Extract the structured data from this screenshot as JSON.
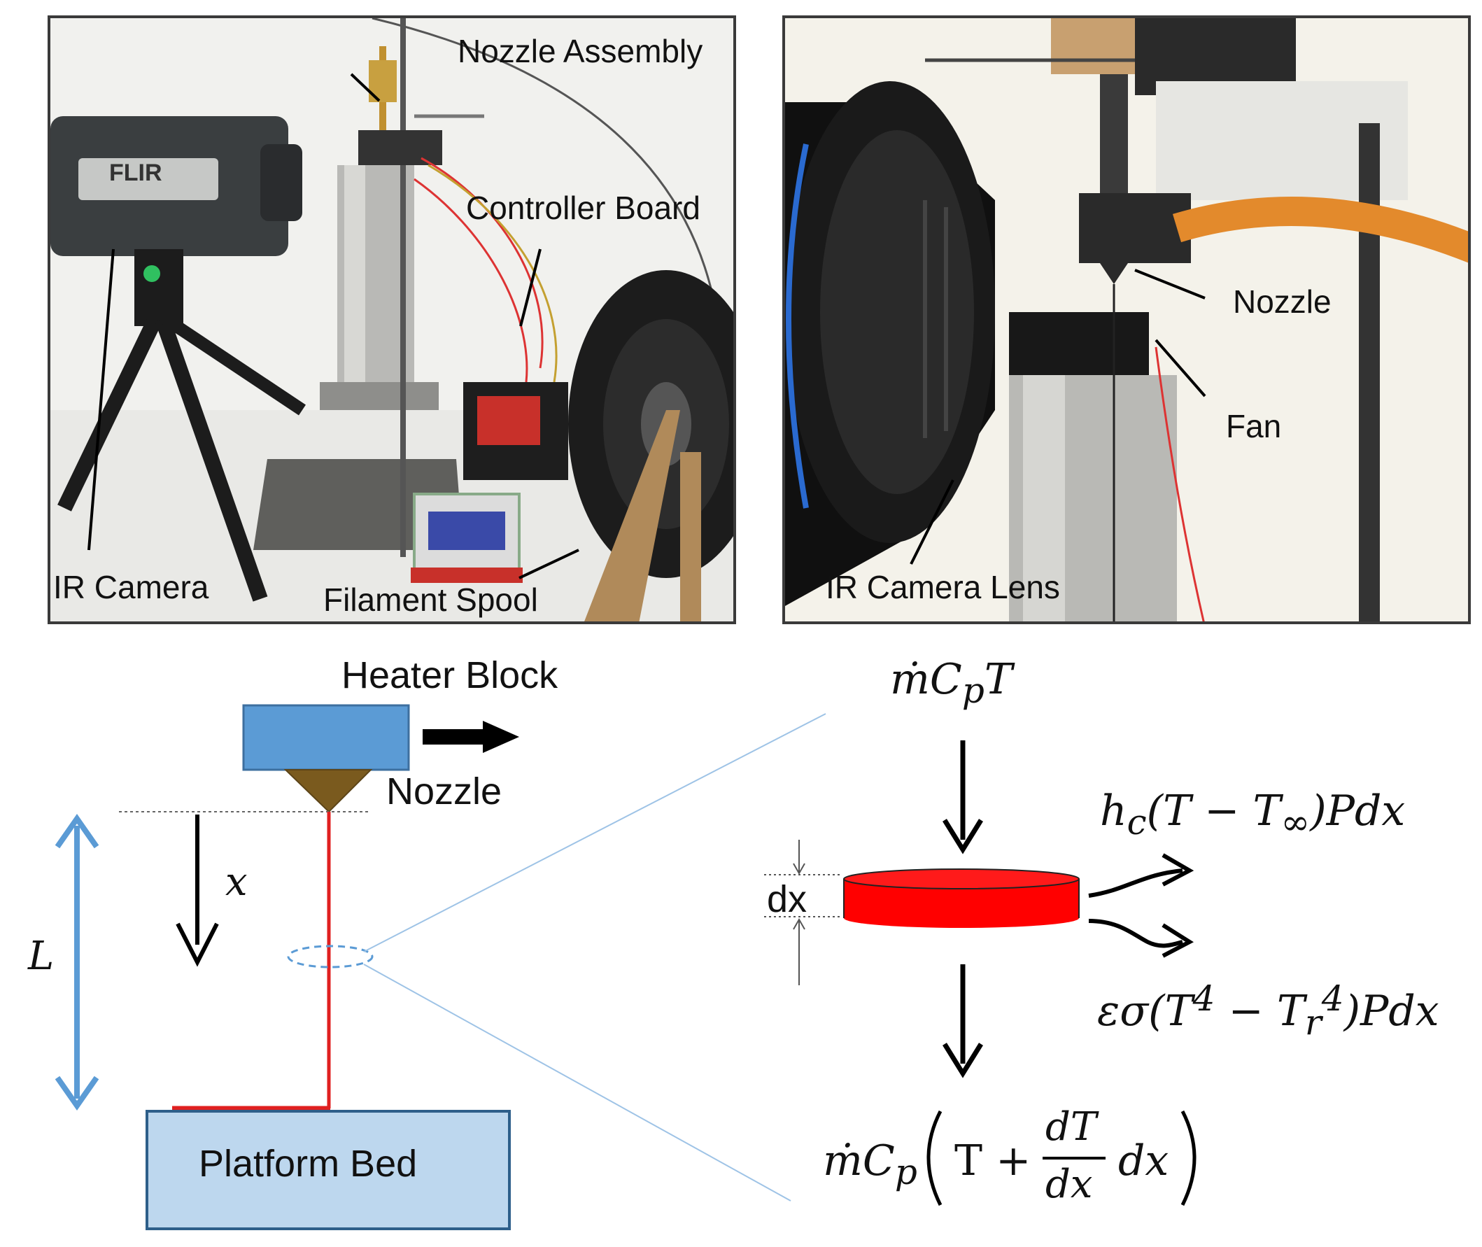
{
  "photo_left": {
    "labels": {
      "nozzle_assembly": "Nozzle Assembly",
      "controller_board": "Controller Board",
      "ir_camera": "IR Camera",
      "filament_spool": "Filament Spool",
      "camera_brand": "FLIR"
    }
  },
  "photo_right": {
    "labels": {
      "nozzle": "Nozzle",
      "fan": "Fan",
      "ir_camera_lens": "IR Camera Lens"
    }
  },
  "schematic": {
    "heater_block": "Heater Block",
    "nozzle": "Nozzle",
    "x_var": "x",
    "length_var": "L",
    "platform_bed": "Platform Bed",
    "colors": {
      "heater_block": "#5b9bd5",
      "nozzle": "#7a5a1e",
      "filament": "#e02020",
      "platform_bed": "#bdd7ee",
      "arrow_blue": "#5b9bd5",
      "element": "#ff0000"
    }
  },
  "energy_balance": {
    "inflow": "ṁC<sub>p</sub>T",
    "convection": "h<sub>c</sub>(T − T<sub>∞</sub>)Pdx",
    "radiation": "εσ(T<sup>4</sup> − T<sub>r</sub><sup>4</sup>)Pdx",
    "element_thickness": "dx",
    "outflow_prefix": "ṁC<sub>p</sub>",
    "outflow_T": "T +",
    "outflow_dT": "dT",
    "outflow_dx_den": "dx",
    "outflow_dx": "dx"
  }
}
